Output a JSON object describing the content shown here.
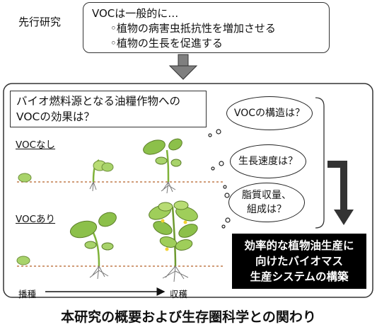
{
  "prior": {
    "label": "先行研究",
    "line1": "VOCは一般的に…",
    "line2": "◦植物の病害虫抵抗性を増加させる",
    "line3": "◦植物の生長を促進する"
  },
  "question": {
    "line1": "バイオ燃料源となる油糧作物への",
    "line2": "VOCの効果は？"
  },
  "rows": {
    "without_voc": "VOCなし",
    "with_voc": "VOCあり"
  },
  "timeline": {
    "start": "播種",
    "end": "収穫"
  },
  "bubbles": {
    "structure": "VOCの構造は？",
    "growth_rate": "生長速度は？",
    "lipid_line1": "脂質収量、",
    "lipid_line2": "組成は？"
  },
  "goal": {
    "line1": "効率的な植物油生産に",
    "line2": "向けたバイオマス",
    "line3": "生産システムの構築"
  },
  "caption": "本研究の概要および生存圏科学との関わり",
  "colors": {
    "arrow_gray": "#7f7f7f",
    "ground_dashed": "#c07b4c",
    "seed_green": "#a8d36a",
    "leaf_green": "#7fb239",
    "goal_background": "#000000"
  }
}
